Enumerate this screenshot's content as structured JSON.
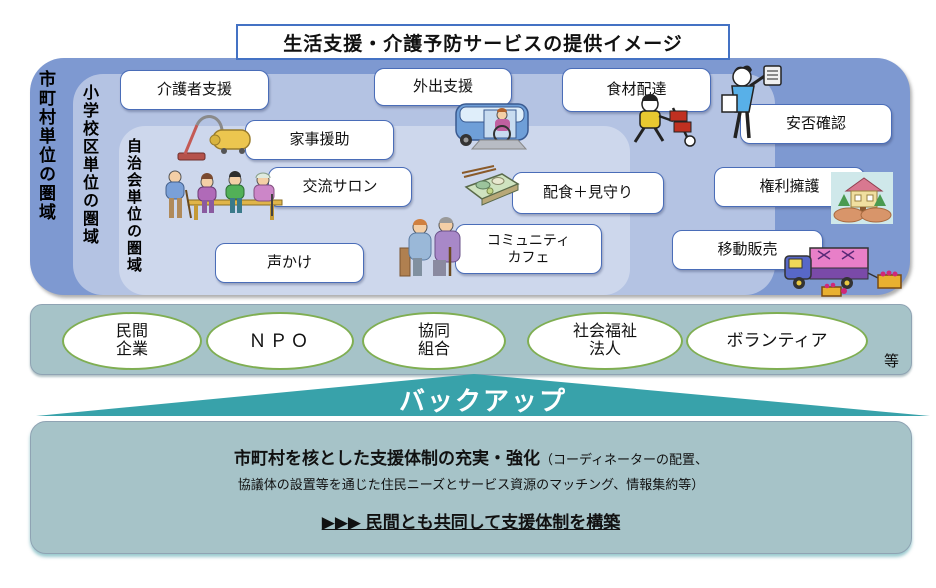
{
  "title": "生活支援・介護予防サービスの提供イメージ",
  "regions": {
    "municipal": {
      "label": "市町村単位の圏域"
    },
    "school_district": {
      "label": "小学校区単位の圏域"
    },
    "neighborhood": {
      "label": "自治会単位の圏域"
    }
  },
  "services": {
    "caregiver_support": "介護者支援",
    "outing_support": "外出支援",
    "food_delivery": "食材配達",
    "safety_check": "安否確認",
    "housework_help": "家事援助",
    "exchange_salon": "交流サロン",
    "meal_watch": "配食＋見守り",
    "rights_advocacy": "権利擁護",
    "community_cafe": "コミュニティ\nカフェ",
    "greeting": "声かけ",
    "mobile_sales": "移動販売"
  },
  "providers": {
    "items": [
      {
        "label": "民間\n企業"
      },
      {
        "label": "ＮＰＯ"
      },
      {
        "label": "協同\n組合"
      },
      {
        "label": "社会福祉\n法人"
      },
      {
        "label": "ボランティア"
      }
    ],
    "etc": "等"
  },
  "backup": {
    "label": "バックアップ"
  },
  "bottom_panel": {
    "line1_main": "市町村を核とした支援体制の充実・強化",
    "line1_sub": "（コーディネーターの配置、",
    "line2": "協議体の設置等を通じた住民ニーズとサービス資源のマッチング、情報集約等）",
    "line3": "▶▶▶ 民間とも共同して支援体制を構築"
  },
  "icons": [
    "vacuum-cleaner-icon",
    "elderly-group-bench-icon",
    "wheelchair-van-icon",
    "bento-box-icon",
    "community-cafe-people-icon",
    "delivery-handtruck-icon",
    "safety-check-person-icon",
    "house-in-hands-icon",
    "mobile-sales-truck-icon"
  ],
  "colors": {
    "outer_region": "#7e99d1",
    "middle_region": "#b4c3e3",
    "inner_region": "#cdd7ec",
    "service_box_border": "#4a6db8",
    "teal_panel": "#a6c3c8",
    "backup_arrow": "#38a2aa",
    "oval_border": "#7fae52",
    "title_border": "#4472c4"
  }
}
